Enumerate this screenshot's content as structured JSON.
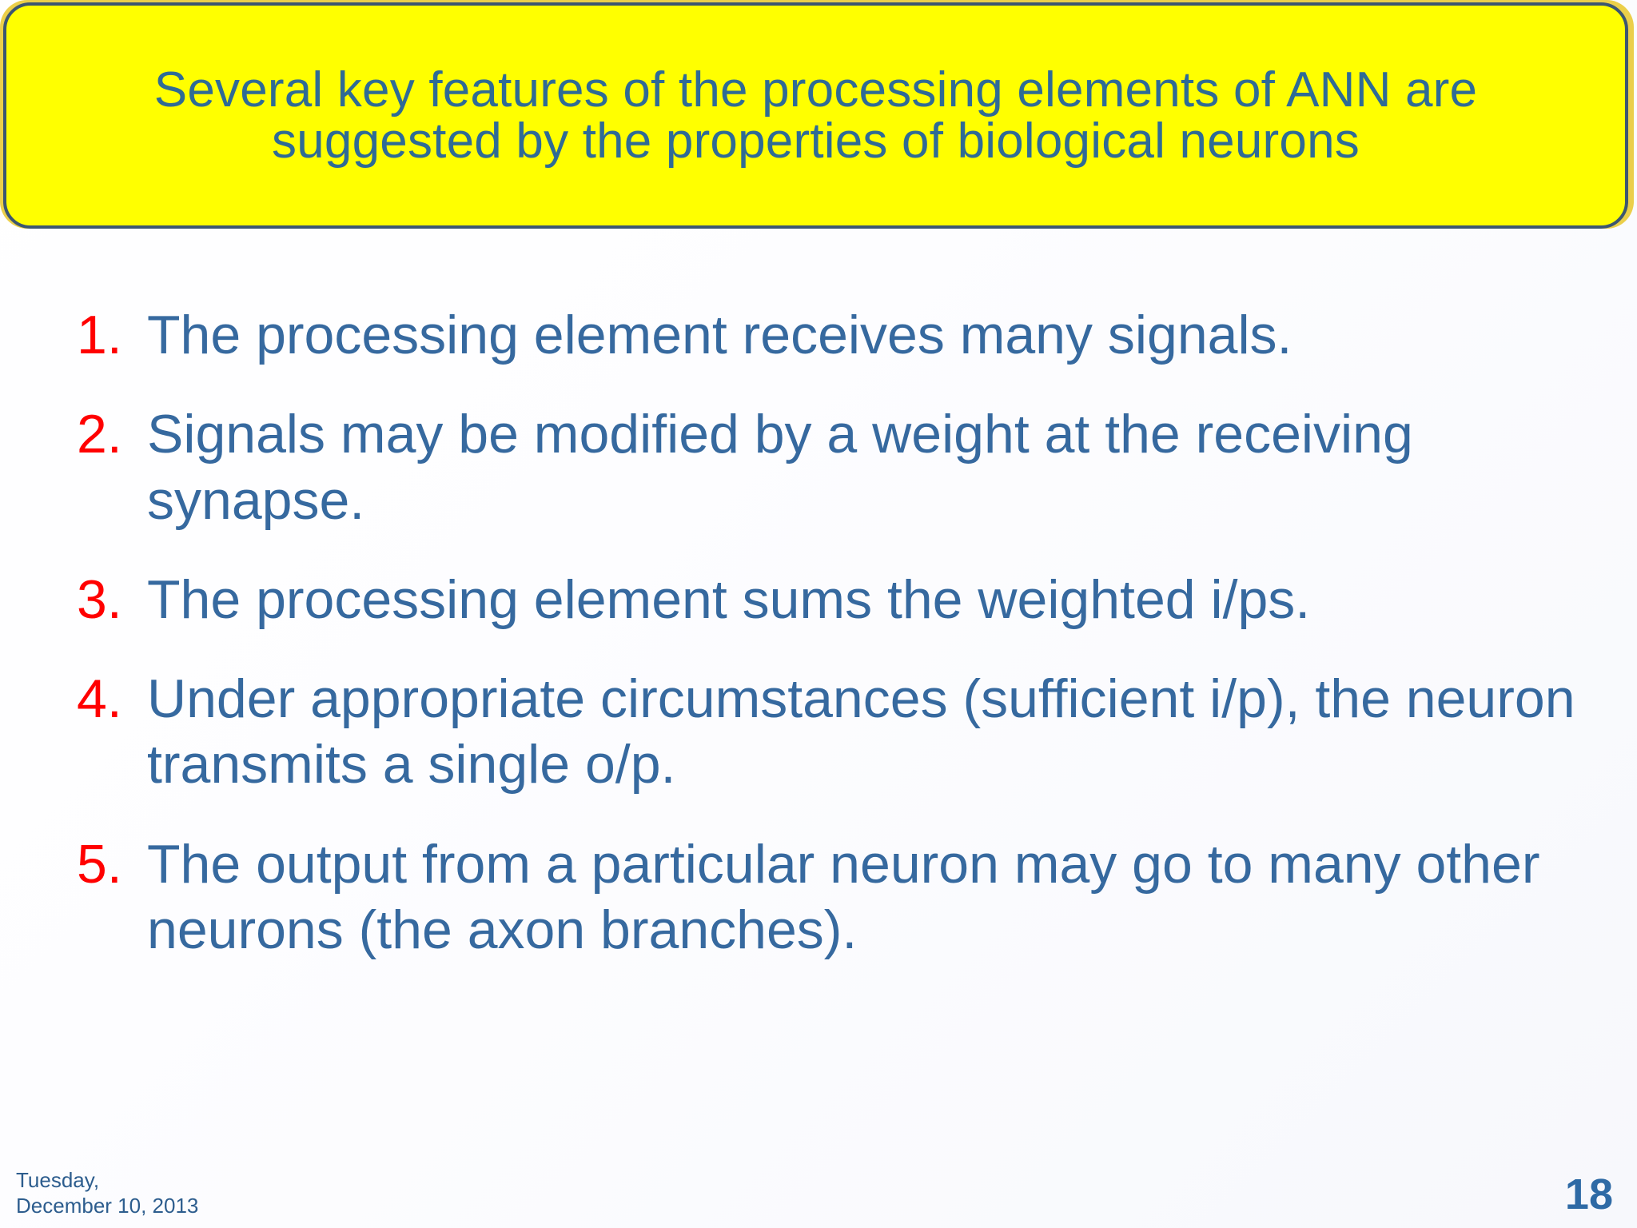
{
  "slide": {
    "title": "Several key features of the processing elements of ANN are suggested by the properties of biological neurons",
    "items": [
      {
        "number": "1.",
        "text": "The processing element receives many signals."
      },
      {
        "number": "2.",
        "text": "Signals may be modified by a weight at the receiving synapse."
      },
      {
        "number": "3.",
        "text": "The processing element sums the weighted i/ps."
      },
      {
        "number": "4.",
        "text": "Under appropriate circumstances (sufficient i/p), the neuron transmits a single o/p."
      },
      {
        "number": "5.",
        "text": "The output from a particular neuron may go to many other neurons (the axon branches)."
      }
    ],
    "footer": {
      "date": "Tuesday,\nDecember 10, 2013",
      "page_number": "18"
    },
    "colors": {
      "title_background": "#ffff00",
      "title_border": "#3c5670",
      "title_text": "#2f6b95",
      "body_text": "#36699f",
      "number_accent": "#ff0000",
      "footer_text": "#2d5d8e",
      "page_number_text": "#2e6aa5",
      "slide_background": "#fdfdff"
    }
  }
}
